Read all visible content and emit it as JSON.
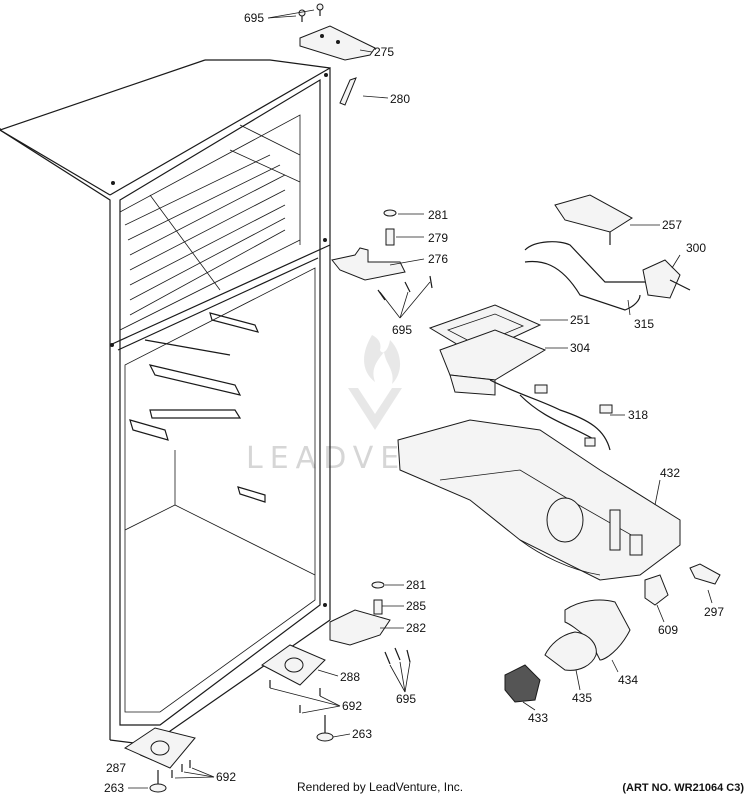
{
  "watermark": {
    "text": "LEADVENTURE",
    "color": "#d6d6d6"
  },
  "callouts": [
    {
      "id": "695-top",
      "number": "695"
    },
    {
      "id": "275",
      "number": "275"
    },
    {
      "id": "280",
      "number": "280"
    },
    {
      "id": "281-upper",
      "number": "281"
    },
    {
      "id": "279",
      "number": "279"
    },
    {
      "id": "276",
      "number": "276"
    },
    {
      "id": "695-mid",
      "number": "695"
    },
    {
      "id": "257",
      "number": "257"
    },
    {
      "id": "300",
      "number": "300"
    },
    {
      "id": "315",
      "number": "315"
    },
    {
      "id": "251",
      "number": "251"
    },
    {
      "id": "304",
      "number": "304"
    },
    {
      "id": "318",
      "number": "318"
    },
    {
      "id": "432",
      "number": "432"
    },
    {
      "id": "297",
      "number": "297"
    },
    {
      "id": "609",
      "number": "609"
    },
    {
      "id": "281-lower",
      "number": "281"
    },
    {
      "id": "285",
      "number": "285"
    },
    {
      "id": "282",
      "number": "282"
    },
    {
      "id": "288",
      "number": "288"
    },
    {
      "id": "692-mid",
      "number": "692"
    },
    {
      "id": "695-low",
      "number": "695"
    },
    {
      "id": "434",
      "number": "434"
    },
    {
      "id": "435",
      "number": "435"
    },
    {
      "id": "433",
      "number": "433"
    },
    {
      "id": "263-mid",
      "number": "263"
    },
    {
      "id": "287",
      "number": "287"
    },
    {
      "id": "692-low",
      "number": "692"
    },
    {
      "id": "263-low",
      "number": "263"
    }
  ],
  "footer": {
    "rendered_by": "Rendered by LeadVenture, Inc.",
    "art_no": "(ART NO. WR21064 C3)"
  }
}
